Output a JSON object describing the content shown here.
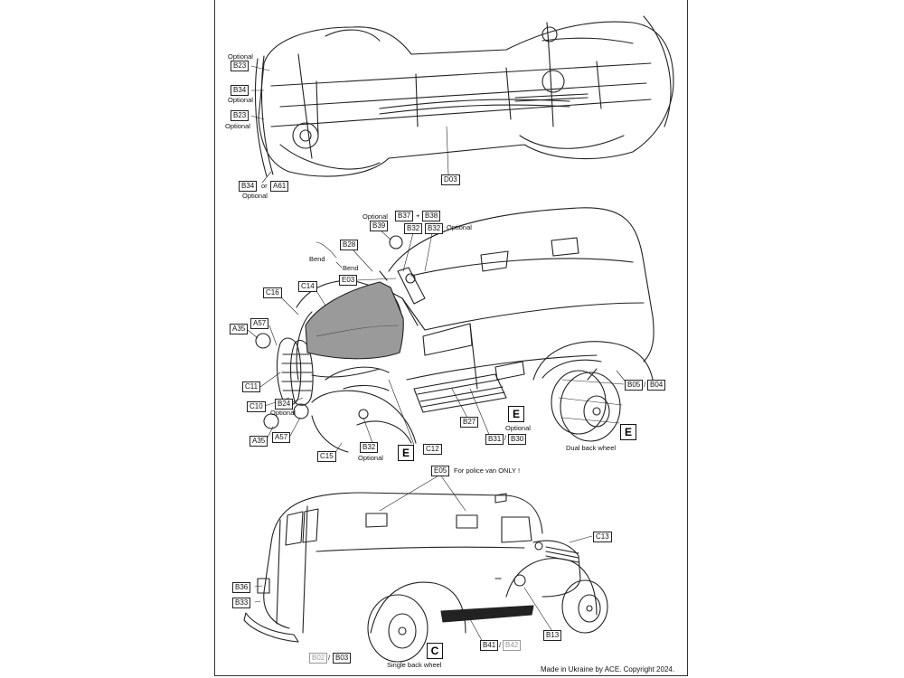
{
  "top_view": {
    "labels": {
      "b23_upper": "B23",
      "b34": "B34",
      "b23_lower": "B23",
      "b34_bottom": "B34",
      "or_word": "or",
      "a61": "A61",
      "d03": "D03"
    },
    "notes": {
      "optional_1": "Optional",
      "optional_2": "Optional",
      "optional_3": "Optional",
      "optional_4": "Optional"
    }
  },
  "middle_view": {
    "labels": {
      "b37": "B37",
      "plus": "+",
      "b38": "B38",
      "b39": "B39",
      "b32_left": "B32",
      "b32_right": "B32",
      "b28": "B28",
      "e03": "E03",
      "c16": "C16",
      "c14": "C14",
      "a35_top": "A35",
      "a57_top": "A57",
      "c11": "C11",
      "c10": "C10",
      "b24": "B24",
      "a35_bottom": "A35",
      "a57_bottom": "A57",
      "c15": "C15",
      "b32_bottom": "B32",
      "c12": "C12",
      "b27": "B27",
      "b31": "B31",
      "b30": "B30",
      "b05": "B05",
      "b04": "B04"
    },
    "notes": {
      "optional_top_left": "Optional",
      "optional_top_right": "Optional",
      "bend_1": "Bend",
      "bend_2": "Bend",
      "optional_b24": "Optional",
      "optional_b32": "Optional",
      "optional_e": "Optional",
      "dual_back_wheel": "Dual back wheel"
    },
    "box_letters": {
      "e_bottom": "E",
      "e_middle": "E",
      "e_wheel": "E"
    }
  },
  "bottom_view": {
    "labels": {
      "e05": "E05",
      "c13": "C13",
      "b36": "B36",
      "b33": "B33",
      "b13": "B13",
      "b41": "B41",
      "b42": "B42",
      "b02": "B02",
      "b03": "B03"
    },
    "notes": {
      "police_van": "For police van ONLY !",
      "single_back_wheel": "Single back wheel"
    },
    "box_letters": {
      "c": "C"
    }
  },
  "footer": {
    "copyright": "Made in Ukraine by ACE. Copyright 2024."
  }
}
